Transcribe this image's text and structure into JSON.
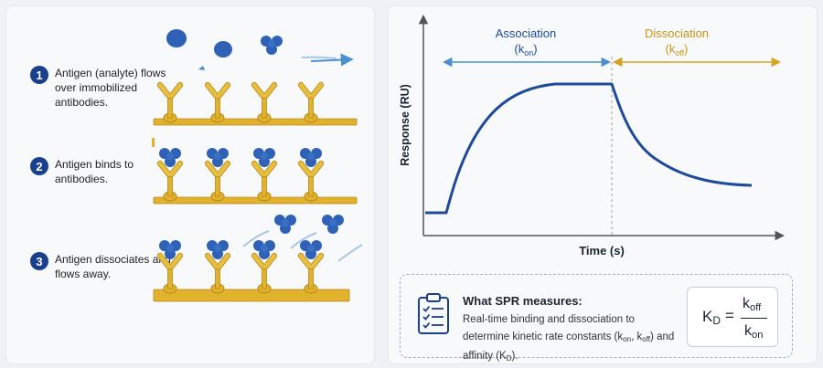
{
  "steps": [
    {
      "number": "1",
      "text": "Antigen (analyte) flows over immobilized antibodies."
    },
    {
      "number": "2",
      "text": "Antigen binds to antibodies."
    },
    {
      "number": "3",
      "text": "Antigen dissociates and flows away."
    }
  ],
  "sensorgram": {
    "association_label": "Association",
    "association_rate": "(k",
    "association_rate_sub": "on",
    "association_rate_close": ")",
    "dissociation_label": "Dissociation",
    "dissociation_rate": "(k",
    "dissociation_rate_sub": "off",
    "dissociation_rate_close": ")",
    "ylabel": "Response (RU)",
    "xlabel": "Time (s)"
  },
  "info": {
    "title": "What SPR measures:",
    "desc_part1": "Real-time binding and dissociation to determine kinetic rate constants (k",
    "desc_sub1": "on",
    "desc_part2": ", k",
    "desc_sub2": "off",
    "desc_part3": ") and affinity (K",
    "desc_sub3": "D",
    "desc_part4": ")."
  },
  "formula": {
    "lhs": "K",
    "lhs_sub": "D",
    "equals": "=",
    "num": "k",
    "num_sub": "off",
    "den": "k",
    "den_sub": "on"
  },
  "colors": {
    "antibody": "#e2b22d",
    "antigen": "#2f62b6",
    "curve": "#1f4a9a",
    "association_arrow": "#4a8fd0",
    "dissociation_arrow": "#d5a320",
    "badge": "#1a3f8c"
  },
  "icons": [
    "clipboard-icon",
    "flow-arrow-icon"
  ]
}
